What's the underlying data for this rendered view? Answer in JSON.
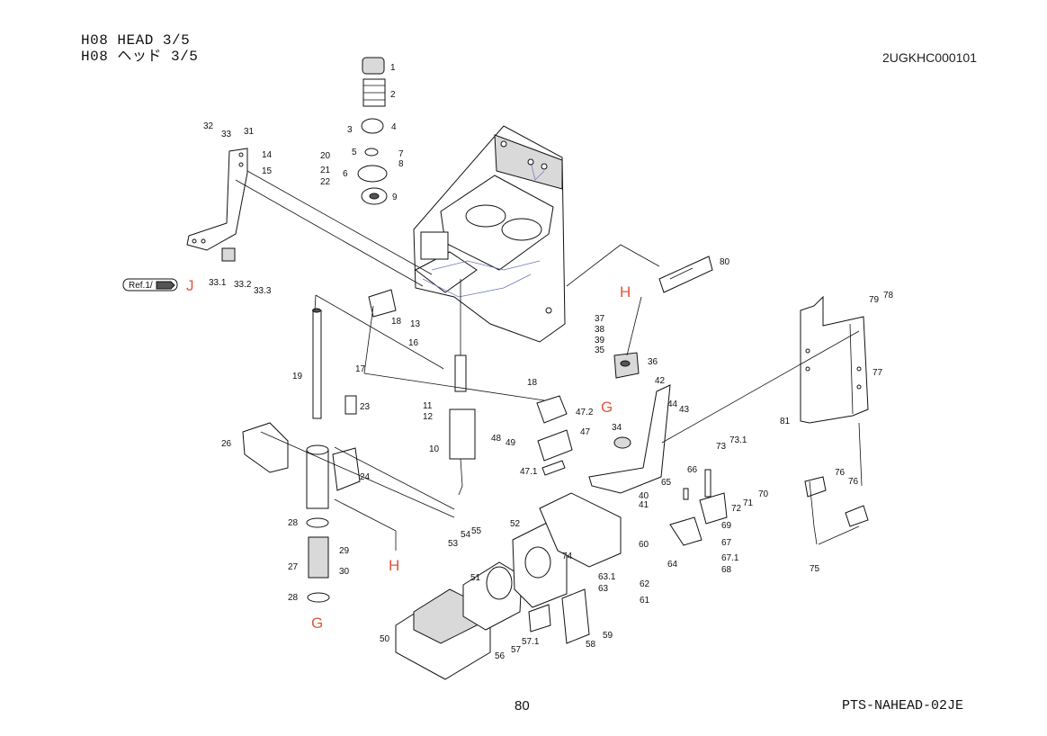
{
  "header": {
    "title_en": "H08 HEAD  3/5",
    "title_ja": "H08 ヘッド  3/5",
    "doc_code": "2UGKHC000101"
  },
  "footer": {
    "page_number": "80",
    "doc_ref": "PTS-NAHEAD-02JE"
  },
  "ref_tag": {
    "label": "Ref.1/"
  },
  "callouts": {
    "c1": "1",
    "c2": "2",
    "c3": "3",
    "c4": "4",
    "c5": "5",
    "c6": "6",
    "c7": "7",
    "c8": "8",
    "c9": "9",
    "c10": "10",
    "c11": "11",
    "c12": "12",
    "c13": "13",
    "c14": "14",
    "c15": "15",
    "c16": "16",
    "c17": "17",
    "c18a": "18",
    "c18b": "18",
    "c19": "19",
    "c20": "20",
    "c21": "21",
    "c22": "22",
    "c23": "23",
    "c24": "24",
    "c26": "26",
    "c27": "27",
    "c28a": "28",
    "c28b": "28",
    "c29": "29",
    "c30": "30",
    "c31": "31",
    "c32": "32",
    "c33": "33",
    "c331": "33.1",
    "c332": "33.2",
    "c333": "33.3",
    "c34": "34",
    "c35": "35",
    "c36": "36",
    "c37": "37",
    "c38": "38",
    "c39": "39",
    "c40": "40",
    "c41": "41",
    "c42": "42",
    "c43": "43",
    "c44": "44",
    "c47": "47",
    "c471": "47.1",
    "c472": "47.2",
    "c48": "48",
    "c49": "49",
    "c50": "50",
    "c51": "51",
    "c52": "52",
    "c53": "53",
    "c54": "54",
    "c55": "55",
    "c56": "56",
    "c57": "57",
    "c571": "57.1",
    "c58": "58",
    "c59": "59",
    "c60": "60",
    "c61": "61",
    "c62": "62",
    "c63": "63",
    "c631": "63.1",
    "c64": "64",
    "c65": "65",
    "c66": "66",
    "c67": "67",
    "c671": "67.1",
    "c68": "68",
    "c69": "69",
    "c70": "70",
    "c71": "71",
    "c72": "72",
    "c73": "73",
    "c731": "73.1",
    "c74": "74",
    "c75": "75",
    "c76a": "76",
    "c76b": "76",
    "c77": "77",
    "c78": "78",
    "c79": "79",
    "c80": "80",
    "c81": "81"
  },
  "ref_letters": {
    "J": "J",
    "H1": "H",
    "H2": "H",
    "G1": "G",
    "G2": "G"
  },
  "colors": {
    "ref_letter": "#e2553a",
    "line": "#111111",
    "hidden_line": "#6b74b8"
  }
}
